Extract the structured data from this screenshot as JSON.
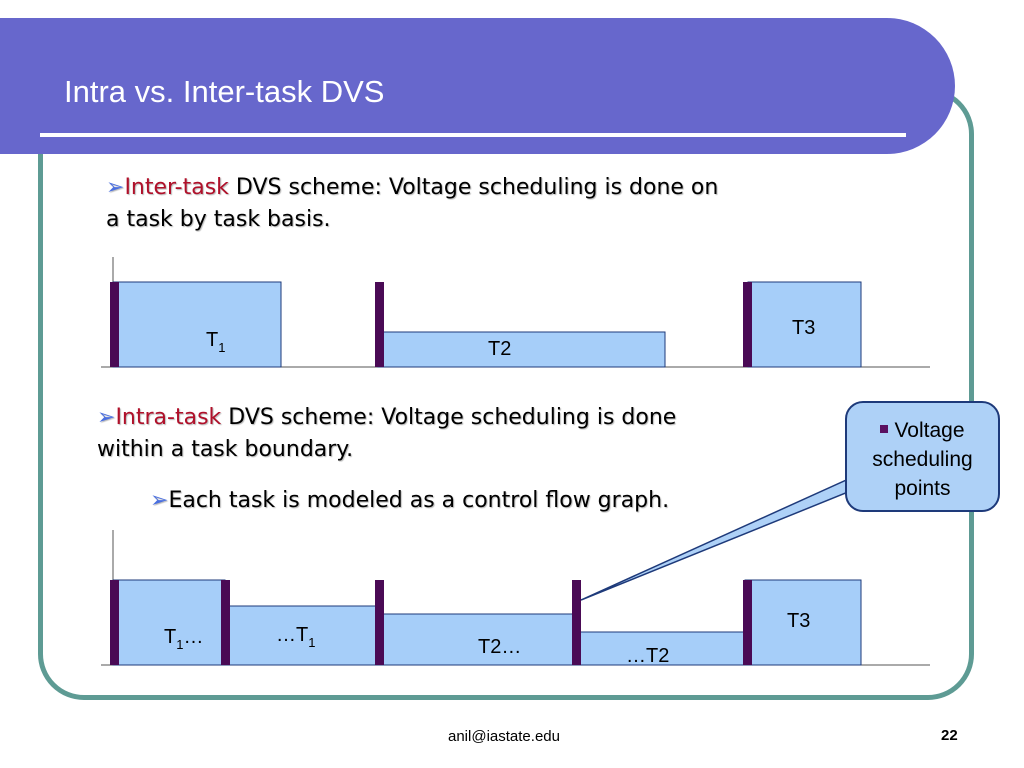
{
  "slide": {
    "title": "Intra vs. Inter-task DVS",
    "footer_email": "anil@iastate.edu",
    "page_number": "22"
  },
  "inter": {
    "arrow": "➢",
    "keyword": "Inter-task",
    "rest_line1": " DVS scheme: Voltage scheduling is done on",
    "line2": "a task by task basis."
  },
  "intra": {
    "arrow": "➢",
    "keyword": "Intra-task",
    "rest_line1": " DVS scheme: Voltage scheduling is done",
    "line2": "within a task boundary.",
    "sub_arrow": "➢",
    "sub_text": "Each task is modeled as a control flow graph."
  },
  "callout": {
    "line1": "Voltage",
    "line2": "scheduling",
    "line3": "points"
  },
  "diagram_top": {
    "t1_main": "T",
    "t1_sub": "1",
    "t2": "T2",
    "t3": "T3"
  },
  "diagram_bottom": {
    "seg1_main": "T",
    "seg1_sub": "1",
    "seg1_suffix": "…",
    "seg2_prefix": "…T",
    "seg2_sub": "1",
    "seg3": "T2…",
    "seg4": "…T2",
    "seg5": "T3"
  },
  "colors": {
    "header": "#6767cc",
    "frame": "#5e9b94",
    "task_fill": "#a6cef9",
    "marker": "#4a0a55",
    "keyword": "#b0102a",
    "arrow": "#4a6fe0",
    "callout_fill": "#aed1f7"
  }
}
